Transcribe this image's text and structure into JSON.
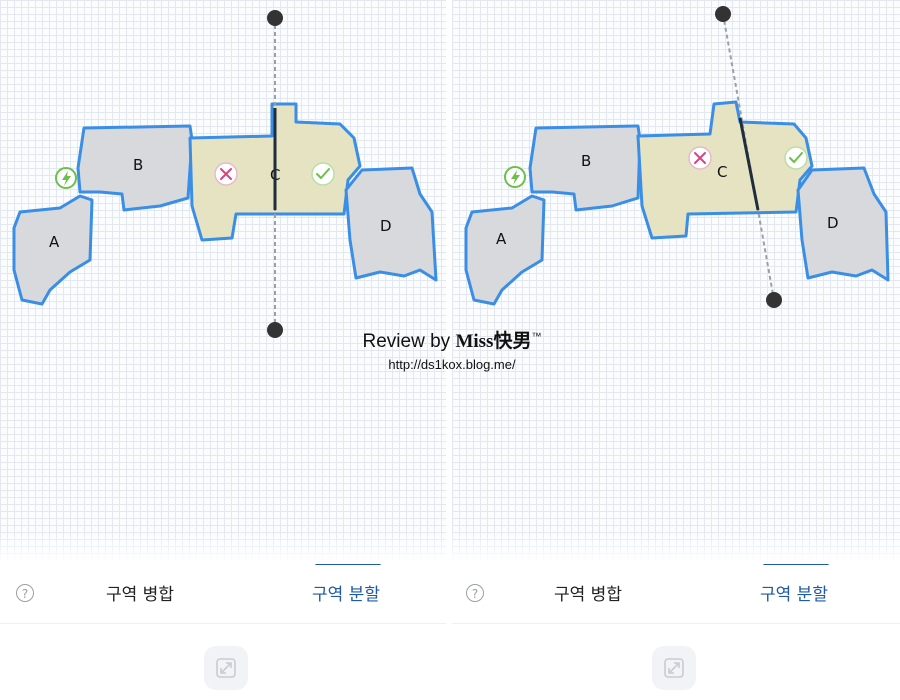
{
  "rooms": {
    "a": "A",
    "b": "B",
    "c": "C",
    "d": "D"
  },
  "tabs": {
    "merge": "구역 병합",
    "split": "구역 분할",
    "active": "split"
  },
  "help": {
    "glyph": "?"
  },
  "watermark": {
    "review": "Review by",
    "brand": "Miss快男",
    "tm": "™",
    "url": "http://ds1kox.blog.me/"
  },
  "icons": {
    "dock": "charging-dock-icon",
    "cancel": "cancel-split-icon",
    "confirm": "confirm-split-icon",
    "bottom": "resize-map-icon",
    "help": "help-circle-icon"
  },
  "colors": {
    "accent": "#1e5aa8",
    "wall": "#3a8ee6",
    "room_gray": "#d7d9dd",
    "room_selected": "#e5e3c2",
    "dock": "#6cc04a",
    "cancel": "#d6457e",
    "confirm": "#6cc04a",
    "split_line": "#1f2d3d",
    "handle": "#333333"
  }
}
